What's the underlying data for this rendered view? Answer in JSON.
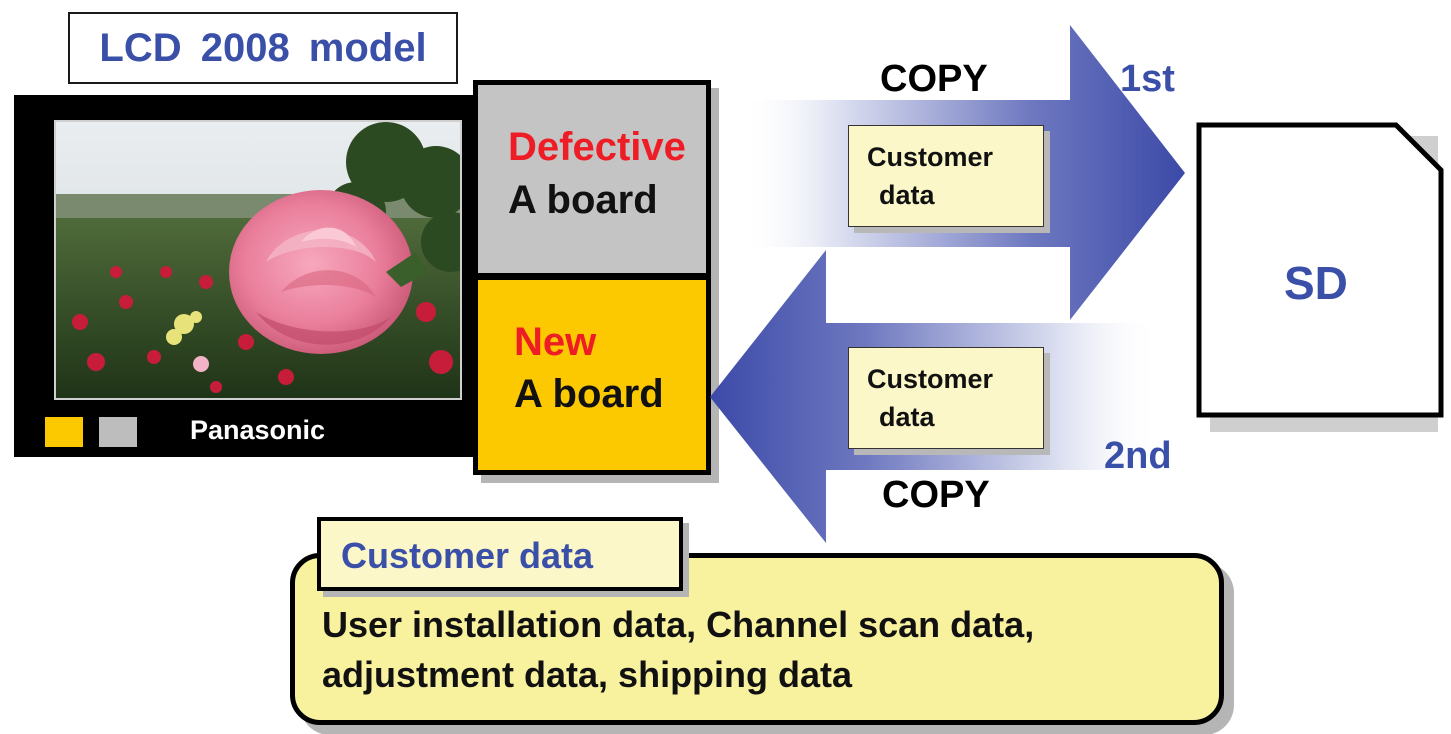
{
  "diagram": {
    "title": "LCD  2008 model",
    "tv": {
      "brand": "Panasonic"
    },
    "boards": {
      "defective": {
        "status": "Defective",
        "label": "A board"
      },
      "new": {
        "status": "New",
        "label": "A board"
      }
    },
    "copy_out": {
      "label": "COPY",
      "order": "1st",
      "card_line1": "Customer",
      "card_line2": "data"
    },
    "copy_in": {
      "label": "COPY",
      "order": "2nd",
      "card_line1": "Customer",
      "card_line2": "data"
    },
    "sd_card": {
      "label": "SD"
    },
    "info": {
      "title": "Customer data",
      "line1": "User installation data, Channel scan data,",
      "line2": "adjustment data, shipping data"
    }
  },
  "colors": {
    "accent_blue": "#3a4fa8",
    "arrow_blue": "#3c4aa8",
    "defective_red": "#ee1c24",
    "new_board_yellow": "#fcc800",
    "defective_board_gray": "#c4c4c4",
    "info_yellow": "#f8f19e"
  },
  "icons": [
    "copy-out-arrow-icon",
    "copy-in-arrow-icon",
    "sd-card-icon",
    "rose-photo"
  ]
}
